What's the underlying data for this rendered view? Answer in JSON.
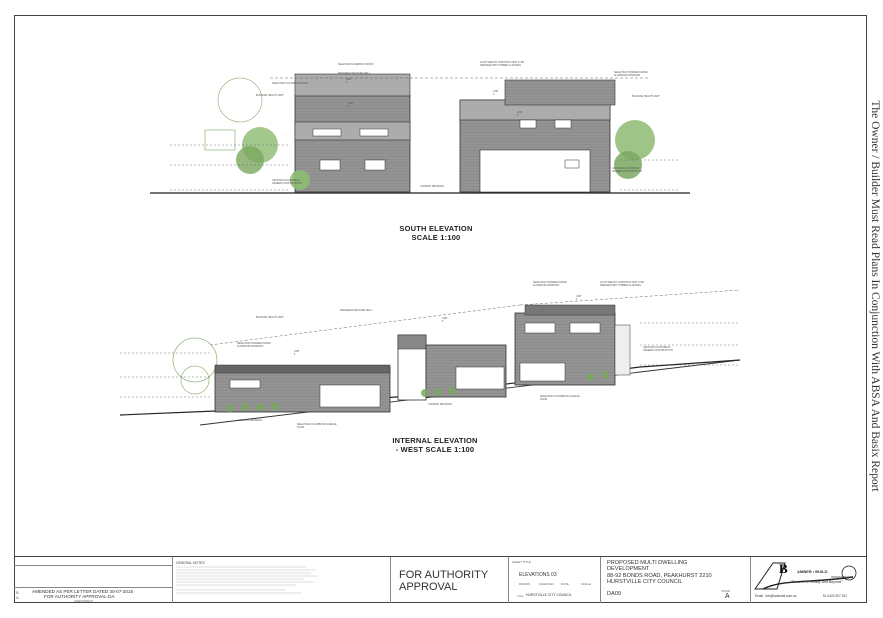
{
  "side_note": "The Owner / Builder Must Read Plans In Conjunction With ABSA And Basix Report",
  "south_elevation": {
    "title": "SOUTH ELEVATION",
    "scale": "SCALE  1:100",
    "annotations": {
      "facebrick": "SELECTED FACEBRICK FINISH",
      "feature_wall": "RENDERED FEATURE WALL",
      "roof": "SELECTED COLORBOND ROOF",
      "height_limit": "BUILDING HEIGHT LIMIT",
      "cladding": "LIGHT WEIGHT CONSTRUCTION TYPE DRESSED WITH TIMBER CLADDING",
      "windows": "SELECTED POWDERCOATED ALUMINIUM WINDOWS",
      "brick_veneer": "GROUND FLOOR BRICK VENEER CONSTRUCTION",
      "common_driveway": "COMMON DRIVEWAY",
      "unit2": "UNIT 2",
      "unit3": "UNIT 3",
      "unit4": "UNIT 4",
      "unit5": "UNIT 5"
    }
  },
  "west_elevation": {
    "title": "INTERNAL ELEVATION",
    "scale": "- WEST SCALE 1:100",
    "annotations": {
      "feature_wall": "RENDERED FEATURE WALL",
      "height_limit": "BUILDING HEIGHT LIMIT",
      "windows": "SELECTED POWDERCOATED ALUMINIUM WINDOWS",
      "cladding": "LIGHT WEIGHT CONSTRUCTION TYPE DRESSED WITH TIMBER CLADDING",
      "garage_door": "SELECTED COLORBOND GARAGE DOOR",
      "brick_veneer": "GROUND FLOOR BRICK VENEER CONSTRUCTION",
      "common_driveway": "COMMON DRIVEWAY",
      "unit6": "UNIT 6",
      "unit5": "UNIT 5",
      "unit4": "UNIT 4"
    }
  },
  "title_block": {
    "amendment_rev": "B",
    "amendment_rev2": "A",
    "amendment_text": "AMENDED AS PER LETTER DATED 30-07-2015",
    "amendment_text2": "FOR AUTHORITY APPROVAL-DA",
    "amendment_header": "AMENDMENT",
    "general_notes_title": "GENERAL NOTES",
    "approval_line1": "FOR AUTHORITY",
    "approval_line2": "APPROVAL",
    "sheet_title_label": "SHEET TITLE",
    "sheet_title": "ELEVATIONS 03",
    "council_label": "LGA:",
    "council": "HURSTVILLE CITY COUNCIL",
    "drawn_label": "DRAWN",
    "checked_label": "CHECKED",
    "date_label": "DATE",
    "scale_label": "SCALE",
    "project_line1": "PROPOSED MULTI DWELLING",
    "project_line2": "DEVELOPMENT",
    "project_line3": "88-92 BONDS ROAD, PEAKHURST 2210",
    "project_line4": "HURSTVILLE CITY COUNCIL",
    "drawing_no": "DA09",
    "issue_label": "ISSUE",
    "issue": "A",
    "company": "AMBER • BUILD",
    "company_sub": "INTERNATIONAL",
    "tagline": "\"Dreams to Reality and Beyond\"",
    "email": "Email : info@ambuild.com.au",
    "mobile": "M: 0420 307 151"
  }
}
